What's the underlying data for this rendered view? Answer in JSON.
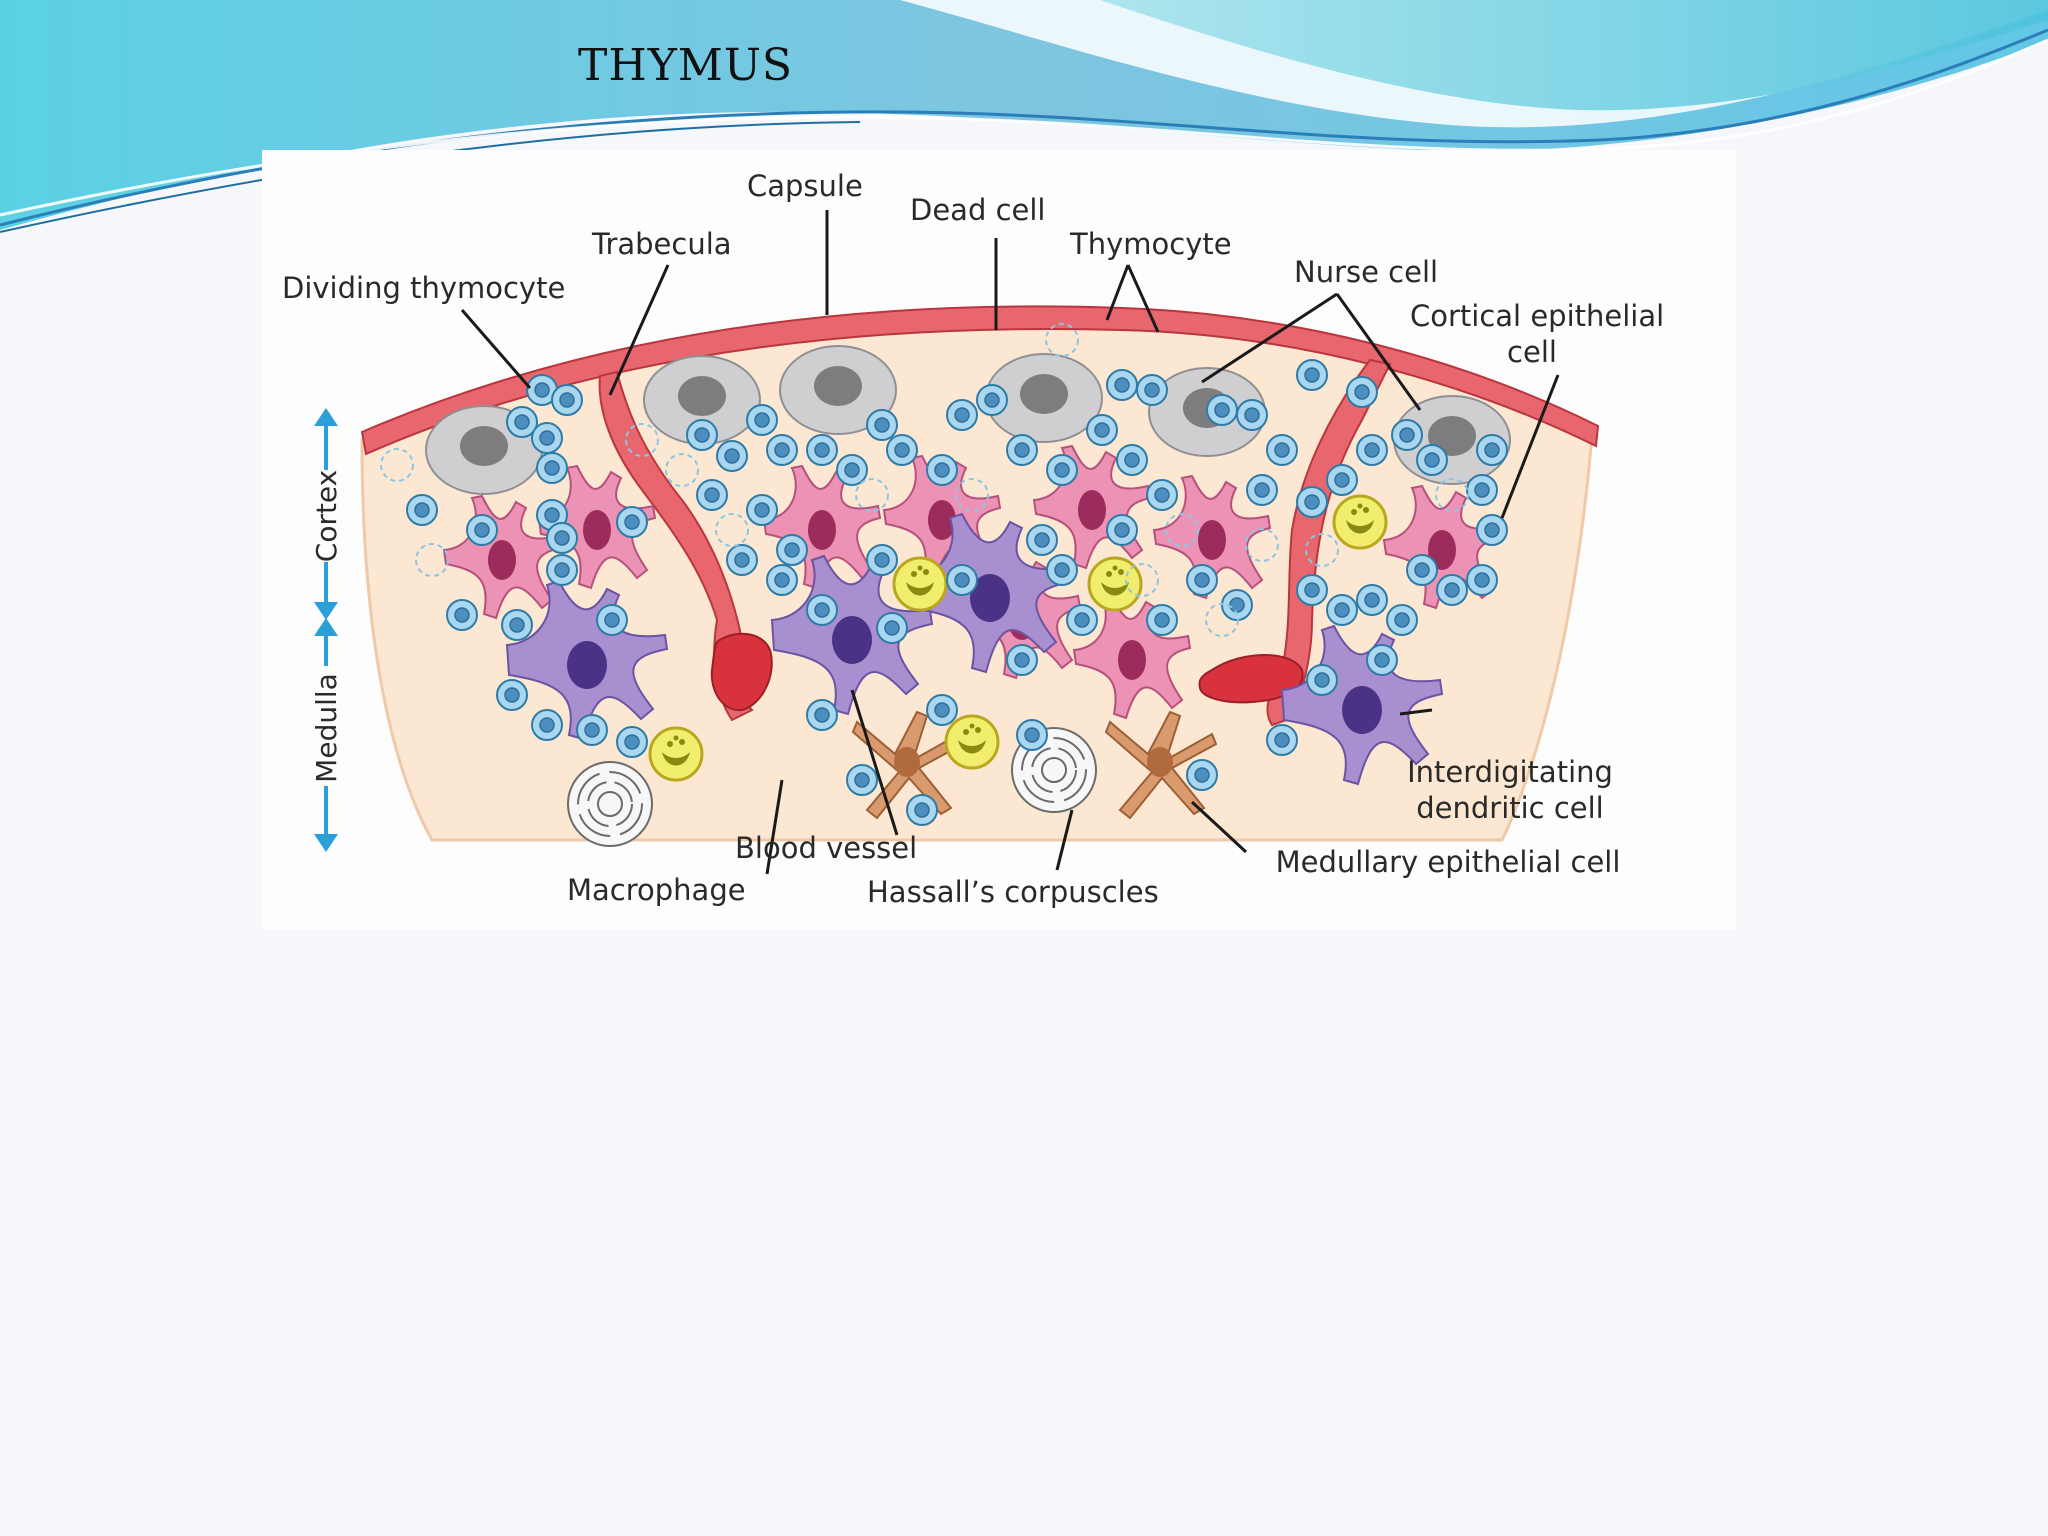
{
  "slide": {
    "title": "THYMUS"
  },
  "diagram": {
    "labels": {
      "capsule": "Capsule",
      "dead_cell": "Dead cell",
      "trabecula": "Trabecula",
      "thymocyte": "Thymocyte",
      "nurse_cell": "Nurse cell",
      "dividing_thymocyte": "Dividing thymocyte",
      "cortical_epithelial_line1": "Cortical epithelial",
      "cortical_epithelial_line2": "cell",
      "interdigitating_line1": "Interdigitating",
      "interdigitating_line2": "dendritic cell",
      "blood_vessel": "Blood vessel",
      "macrophage": "Macrophage",
      "hassalls_corpuscles": "Hassall’s corpuscles",
      "medullary_epithelial": "Medullary epithelial cell"
    },
    "axis": {
      "cortex": "Cortex",
      "medulla": "Medulla"
    },
    "colors": {
      "capsule": "#e8666e",
      "tissue": "#fbe7d2",
      "thymocyte": "#9fd0ec",
      "cortical_epithelial": "#e98bb0",
      "dendritic": "#a78fcf",
      "medullary_epithelial": "#d49066",
      "macrophage": "#e6e34a",
      "nurse": "#c7c7c9",
      "arrow": "#2a9fd8"
    }
  }
}
